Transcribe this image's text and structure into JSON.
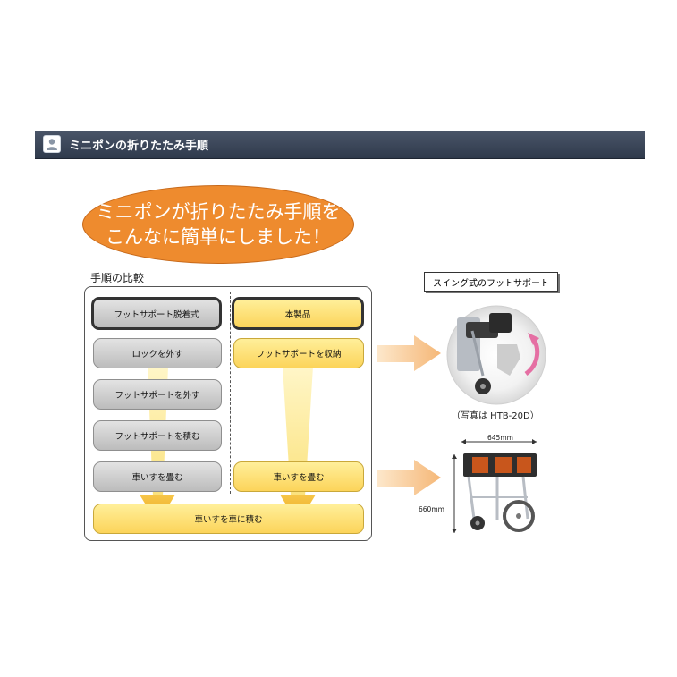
{
  "header": {
    "title": "ミニポンの折りたたみ手順"
  },
  "headline": {
    "line1": "ミニポンが折りたたみ手順を",
    "line2": "こんなに簡単にしました！"
  },
  "comparison": {
    "title": "手順の比較",
    "left_column": {
      "header": "フットサポート脱着式",
      "steps": [
        "ロックを外す",
        "フットサポートを外す",
        "フットサポートを積む",
        "車いすを畳む"
      ]
    },
    "right_column": {
      "header": "本製品",
      "steps": [
        "フットサポートを収納",
        "車いすを畳む"
      ]
    },
    "final_step": "車いすを車に積む"
  },
  "photos": {
    "label": "スイング式のフットサポート",
    "caption": "（写真は HTB-20D）",
    "width_dimension": "645mm",
    "height_dimension": "660mm"
  },
  "colors": {
    "header_bar": "#3b4558",
    "oval": "#ee8b2e",
    "yellow_box": "#fcd45a",
    "gray_box": "#c9c9c9",
    "arrow": "#f6c88f",
    "frame_orange": "#c8561c"
  }
}
